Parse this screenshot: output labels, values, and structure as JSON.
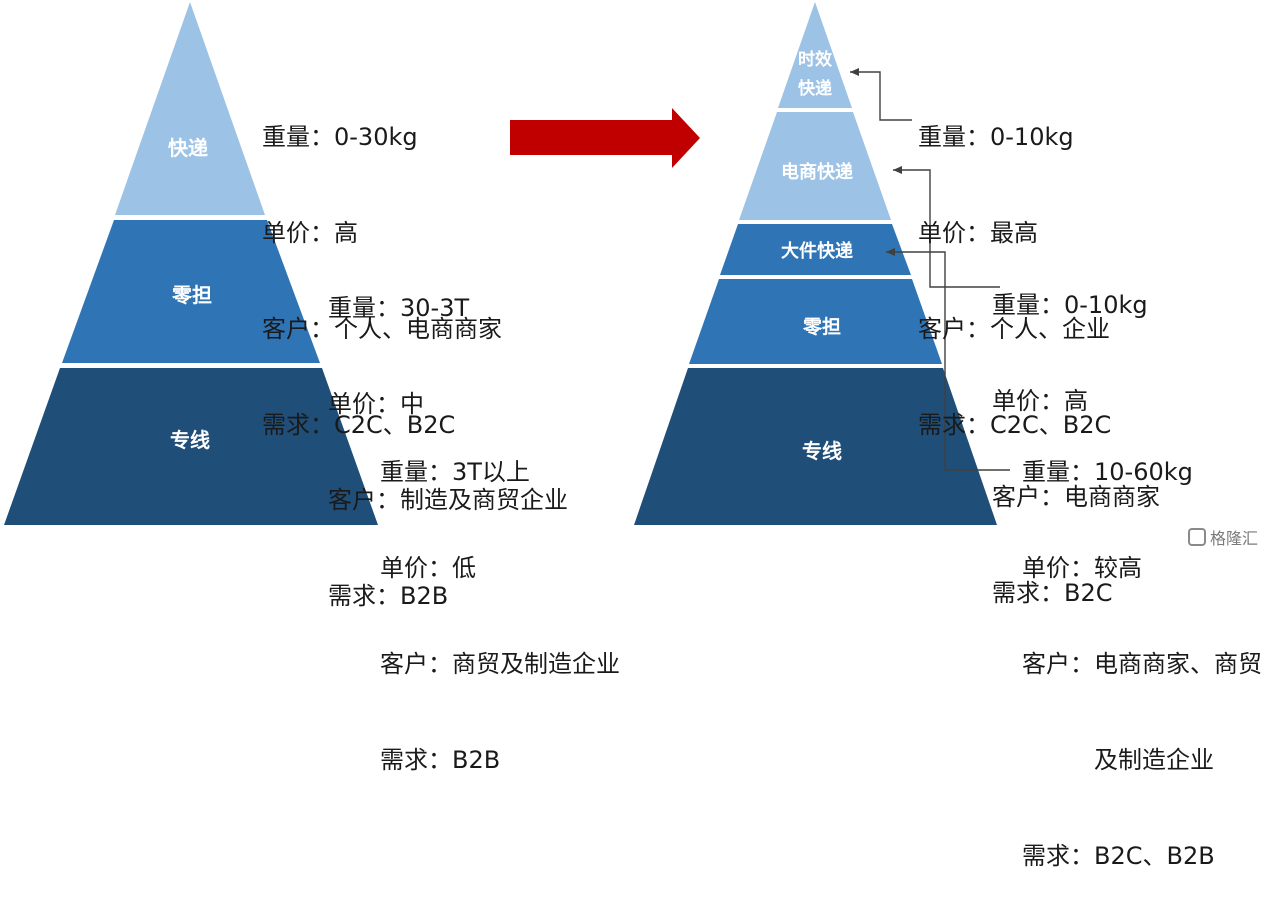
{
  "colors": {
    "light": "#9cc2e5",
    "mid": "#2f75b6",
    "dark": "#1f4e79",
    "arrow": "#c00000",
    "connector": "#404040"
  },
  "left_pyramid": {
    "tiers": [
      {
        "label": "快递"
      },
      {
        "label": "零担"
      },
      {
        "label": "专线"
      }
    ],
    "info": [
      {
        "lines": [
          "重量：0-30kg",
          "单价：高",
          "客户：个人、电商商家",
          "需求：C2C、B2C"
        ]
      },
      {
        "lines": [
          "重量：30-3T",
          "单价：中",
          "客户：制造及商贸企业",
          "需求：B2B"
        ]
      },
      {
        "lines": [
          "重量：3T以上",
          "单价：低",
          "客户：商贸及制造企业",
          "需求：B2B"
        ]
      }
    ]
  },
  "right_pyramid": {
    "tiers": [
      {
        "label_lines": [
          "时效",
          "快递"
        ]
      },
      {
        "label_lines": [
          "电商快递"
        ]
      },
      {
        "label_lines": [
          "大件快递"
        ]
      },
      {
        "label_lines": [
          "零担"
        ]
      },
      {
        "label_lines": [
          "专线"
        ]
      }
    ],
    "info": [
      {
        "lines": [
          "重量：0-10kg",
          "单价：最高",
          "客户：个人、企业",
          "需求：C2C、B2C"
        ]
      },
      {
        "lines": [
          "重量：0-10kg",
          "单价：高",
          "客户：电商商家",
          "需求：B2C"
        ]
      },
      {
        "lines": [
          "重量：10-60kg",
          "单价：较高",
          "客户：电商商家、商贸",
          "　　　及制造企业",
          "需求：B2C、B2B"
        ]
      }
    ]
  },
  "watermark": {
    "text": "格隆汇"
  }
}
